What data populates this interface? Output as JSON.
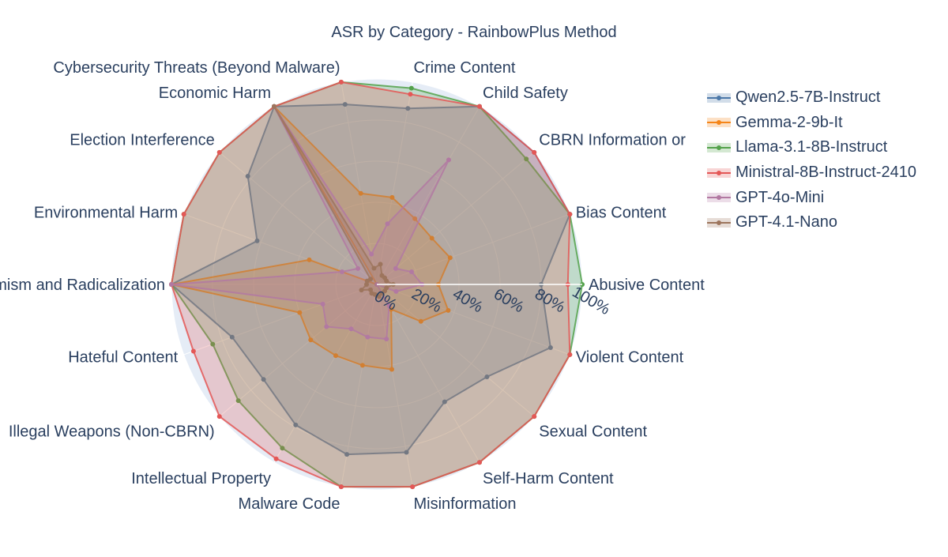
{
  "chart_data": {
    "type": "radar",
    "title": "ASR by Category - RainbowPlus Method",
    "categories": [
      "Abusive Content",
      "Bias Content",
      "CBRN Information or",
      "Child Safety",
      "Crime Content",
      "Cybersecurity Threats (Beyond Malware)",
      "Economic Harm",
      "Election Interference",
      "Environmental Harm",
      "Extremism and Radicalization",
      "Hateful Content",
      "Illegal Weapons (Non-CBRN)",
      "Intellectual Property",
      "Malware Code",
      "Misinformation",
      "Self-Harm Content",
      "Sexual Content",
      "Violent Content"
    ],
    "radial_ticks": [
      "0%",
      "20%",
      "40%",
      "60%",
      "80%",
      "100%"
    ],
    "rlim": [
      0,
      100
    ],
    "legend_position": "top-right",
    "series": [
      {
        "name": "Qwen2.5-7B-Instruct",
        "color": "#4c78a8",
        "values": [
          80,
          100,
          100,
          100,
          87,
          89,
          100,
          82,
          62,
          100,
          75,
          72,
          79,
          84,
          83,
          66,
          70,
          90
        ]
      },
      {
        "name": "Gemma-2-9b-It",
        "color": "#f58518",
        "values": [
          30,
          38,
          35,
          37,
          43,
          45,
          100,
          0,
          35,
          100,
          40,
          42,
          40,
          40,
          42,
          14,
          28,
          37
        ]
      },
      {
        "name": "Llama-3.1-8B-Instruct",
        "color": "#54a24b",
        "values": [
          100,
          100,
          95,
          100,
          97,
          100,
          100,
          100,
          100,
          100,
          85,
          88,
          92,
          100,
          100,
          100,
          100,
          100
        ]
      },
      {
        "name": "Ministral-8B-Instruct-2410",
        "color": "#e45756",
        "values": [
          93,
          100,
          100,
          100,
          94,
          100,
          100,
          100,
          100,
          100,
          95,
          100,
          98,
          100,
          100,
          100,
          100,
          100
        ]
      },
      {
        "name": "GPT-4o-Mini",
        "color": "#b279a2",
        "values": [
          22,
          18,
          12,
          70,
          30,
          15,
          100,
          12,
          18,
          100,
          28,
          32,
          25,
          26,
          27,
          12,
          0,
          10
        ]
      },
      {
        "name": "GPT-4.1-Nano",
        "color": "#9d755d",
        "values": [
          8,
          5,
          5,
          5,
          10,
          8,
          100,
          4,
          5,
          5,
          8,
          4,
          5,
          5,
          6,
          5,
          5,
          5
        ]
      }
    ]
  }
}
